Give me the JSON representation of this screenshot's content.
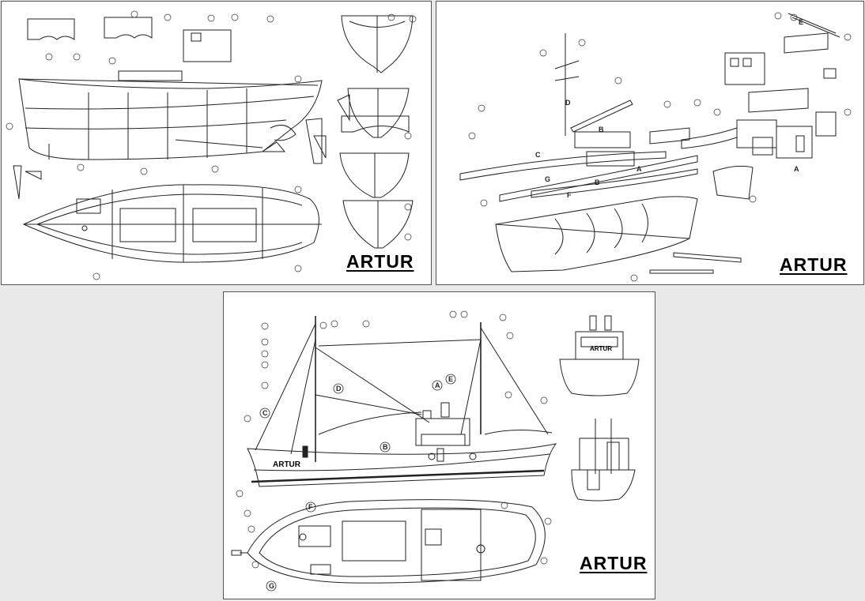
{
  "sheets": [
    {
      "title": "ARTUR",
      "view": "plan-and-sections"
    },
    {
      "title": "ARTUR",
      "view": "exploded-assembly"
    },
    {
      "title": "ARTUR",
      "view": "rigging-and-deck"
    }
  ],
  "hull_name": "ARTUR",
  "assembly_letters": [
    "A",
    "B",
    "C",
    "D",
    "E",
    "F",
    "G"
  ],
  "colors": {
    "line": "#222222",
    "paper": "#ffffff",
    "background": "#e9e9e9"
  }
}
